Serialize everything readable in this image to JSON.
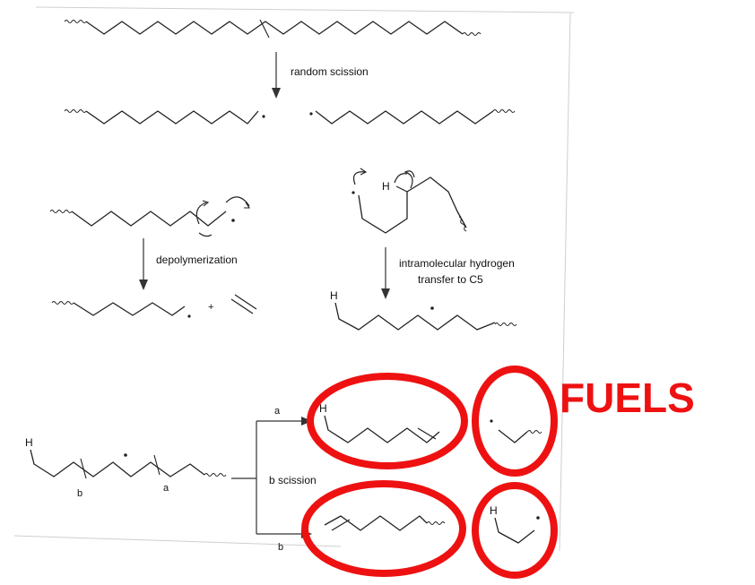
{
  "labels": {
    "random_scission": "random scission",
    "depolymerization": "depolymerization",
    "intramolecular_line1": "intramolecular hydrogen",
    "intramolecular_line2": "transfer to C5",
    "b_scission": "b scission",
    "path_a": "a",
    "path_b": "b",
    "bond_a": "a",
    "bond_b": "b",
    "plus": "+",
    "hydrogen": "H",
    "fuels": "FUELS"
  },
  "colors": {
    "highlight": "#ee1111",
    "ink": "#222222",
    "paper_edge": "#cccccc"
  }
}
